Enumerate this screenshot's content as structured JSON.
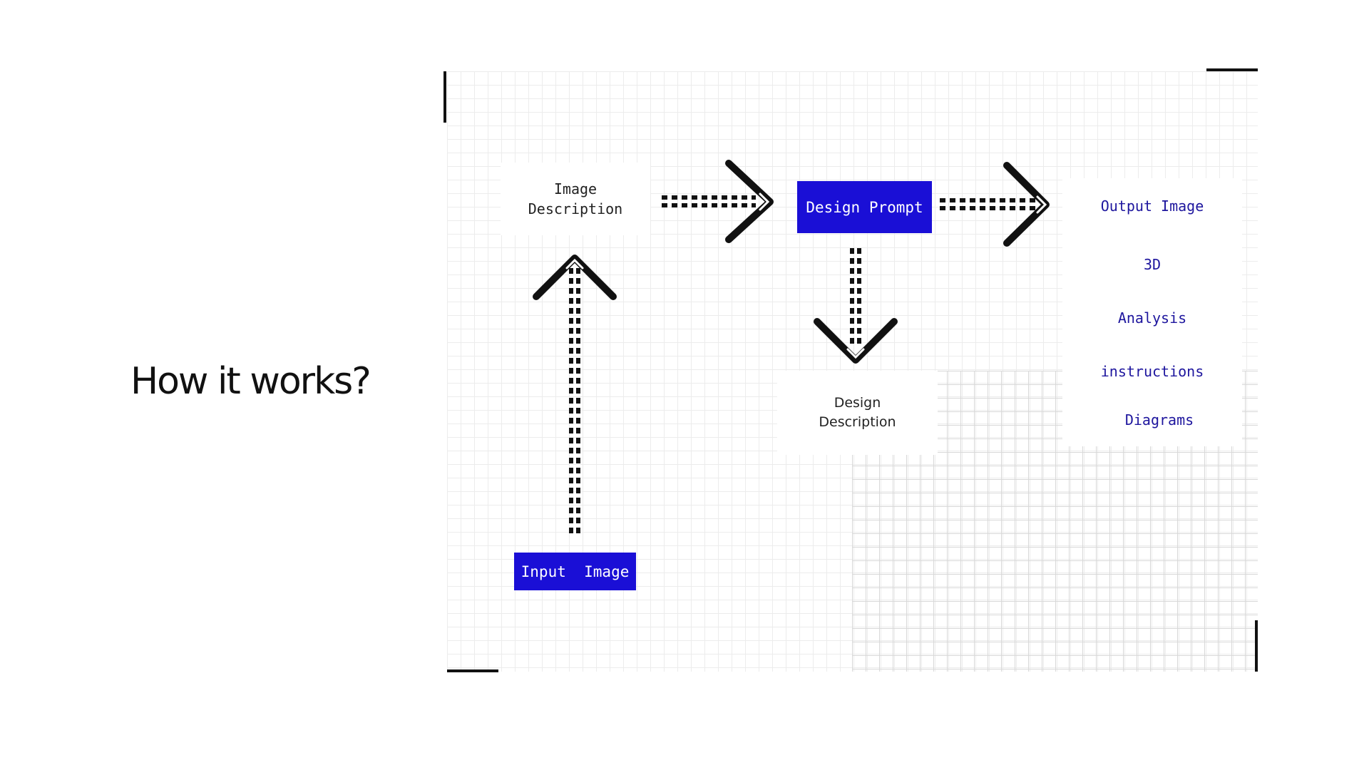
{
  "slide": {
    "title": "How it works?"
  },
  "diagram": {
    "nodes": {
      "input_image": "Input  Image",
      "image_description_line1": "Image",
      "image_description_line2": "Description",
      "design_prompt": "Design Prompt",
      "design_description_line1": "Design",
      "design_description_line2": "Description",
      "output_image": "Output Image"
    },
    "outputs": [
      "3D",
      "Analysis",
      "instructions",
      "Diagrams"
    ]
  },
  "colors": {
    "accent_blue": "#1a0fd6",
    "output_text": "#1e169e",
    "ink": "#111111"
  }
}
